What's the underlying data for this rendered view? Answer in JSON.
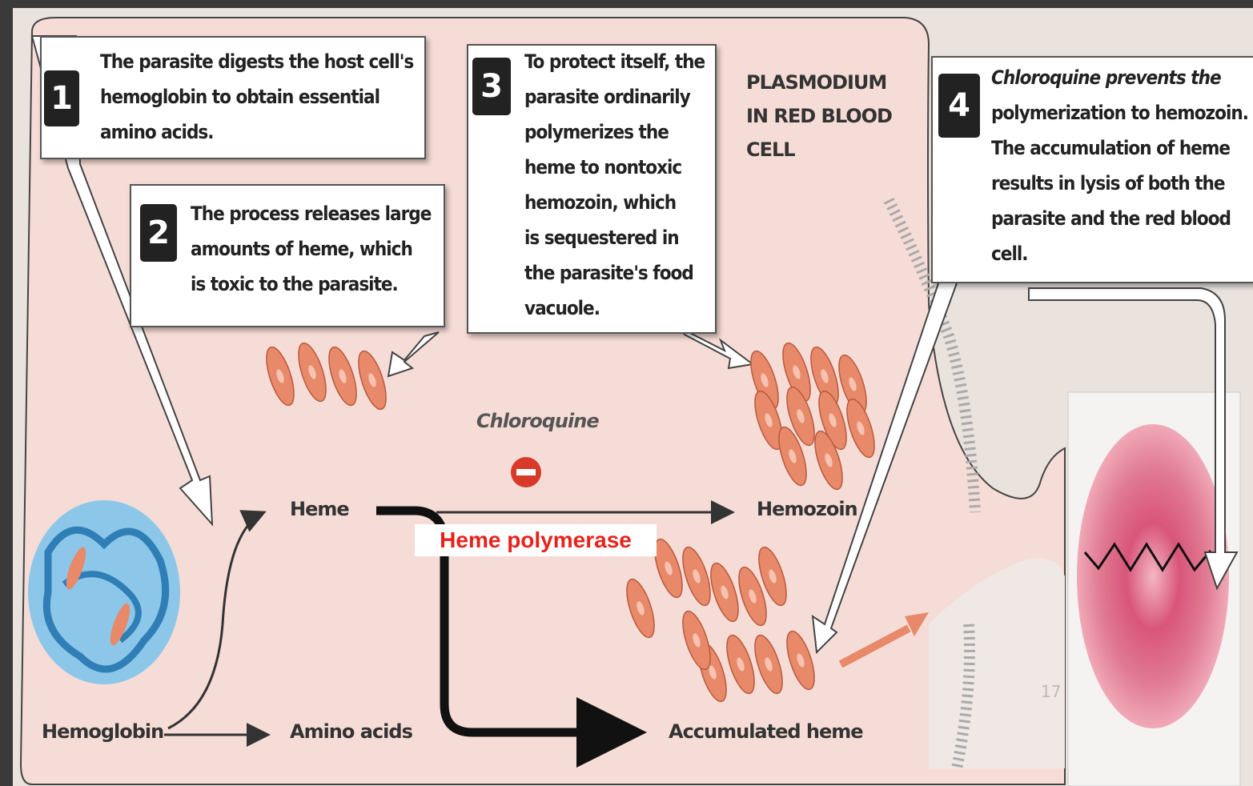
{
  "steps": [
    {
      "number": "1",
      "lines": [
        "The parasite digests the host cell's",
        "hemoglobin to obtain essential",
        "amino acids."
      ]
    },
    {
      "number": "2",
      "lines": [
        "The process releases large",
        "amounts of  heme, which",
        "is toxic to the parasite."
      ]
    },
    {
      "number": "3",
      "lines": [
        "To protect itself, the",
        "parasite ordinarily",
        "polymerizes the",
        "heme to nontoxic",
        "hemozoin, which",
        "is sequestered in",
        "the parasite's food",
        "vacuole."
      ]
    },
    {
      "number": "4",
      "lines": [
        "Chloroquine prevents the",
        "polymerization to hemozoin.",
        "The accumulation of heme",
        "results in lysis of both the",
        "parasite and the red blood",
        "cell."
      ]
    }
  ],
  "plasmodium_label": [
    "PLASMODIUM",
    "IN RED BLOOD",
    "CELL"
  ],
  "labels": {
    "heme": "Heme",
    "hemozoin": "Hemozoin",
    "chloroquine": "Chloroquine",
    "hemoglobin": "Hemoglobin",
    "amino_acids": "Amino acids",
    "accumulated_heme": "Accumulated heme",
    "heme_polymerase": "Heme polymerase"
  },
  "page_number": "17",
  "colors": {
    "cell_fill": "#f6dcd6",
    "heme_fill": "#e8896a",
    "hemoglobin_blue": "#5aa7d8",
    "rbc_pink": "#d9557a",
    "inhibit_red": "#d83a2a",
    "highlight_text": "#e8221b"
  }
}
